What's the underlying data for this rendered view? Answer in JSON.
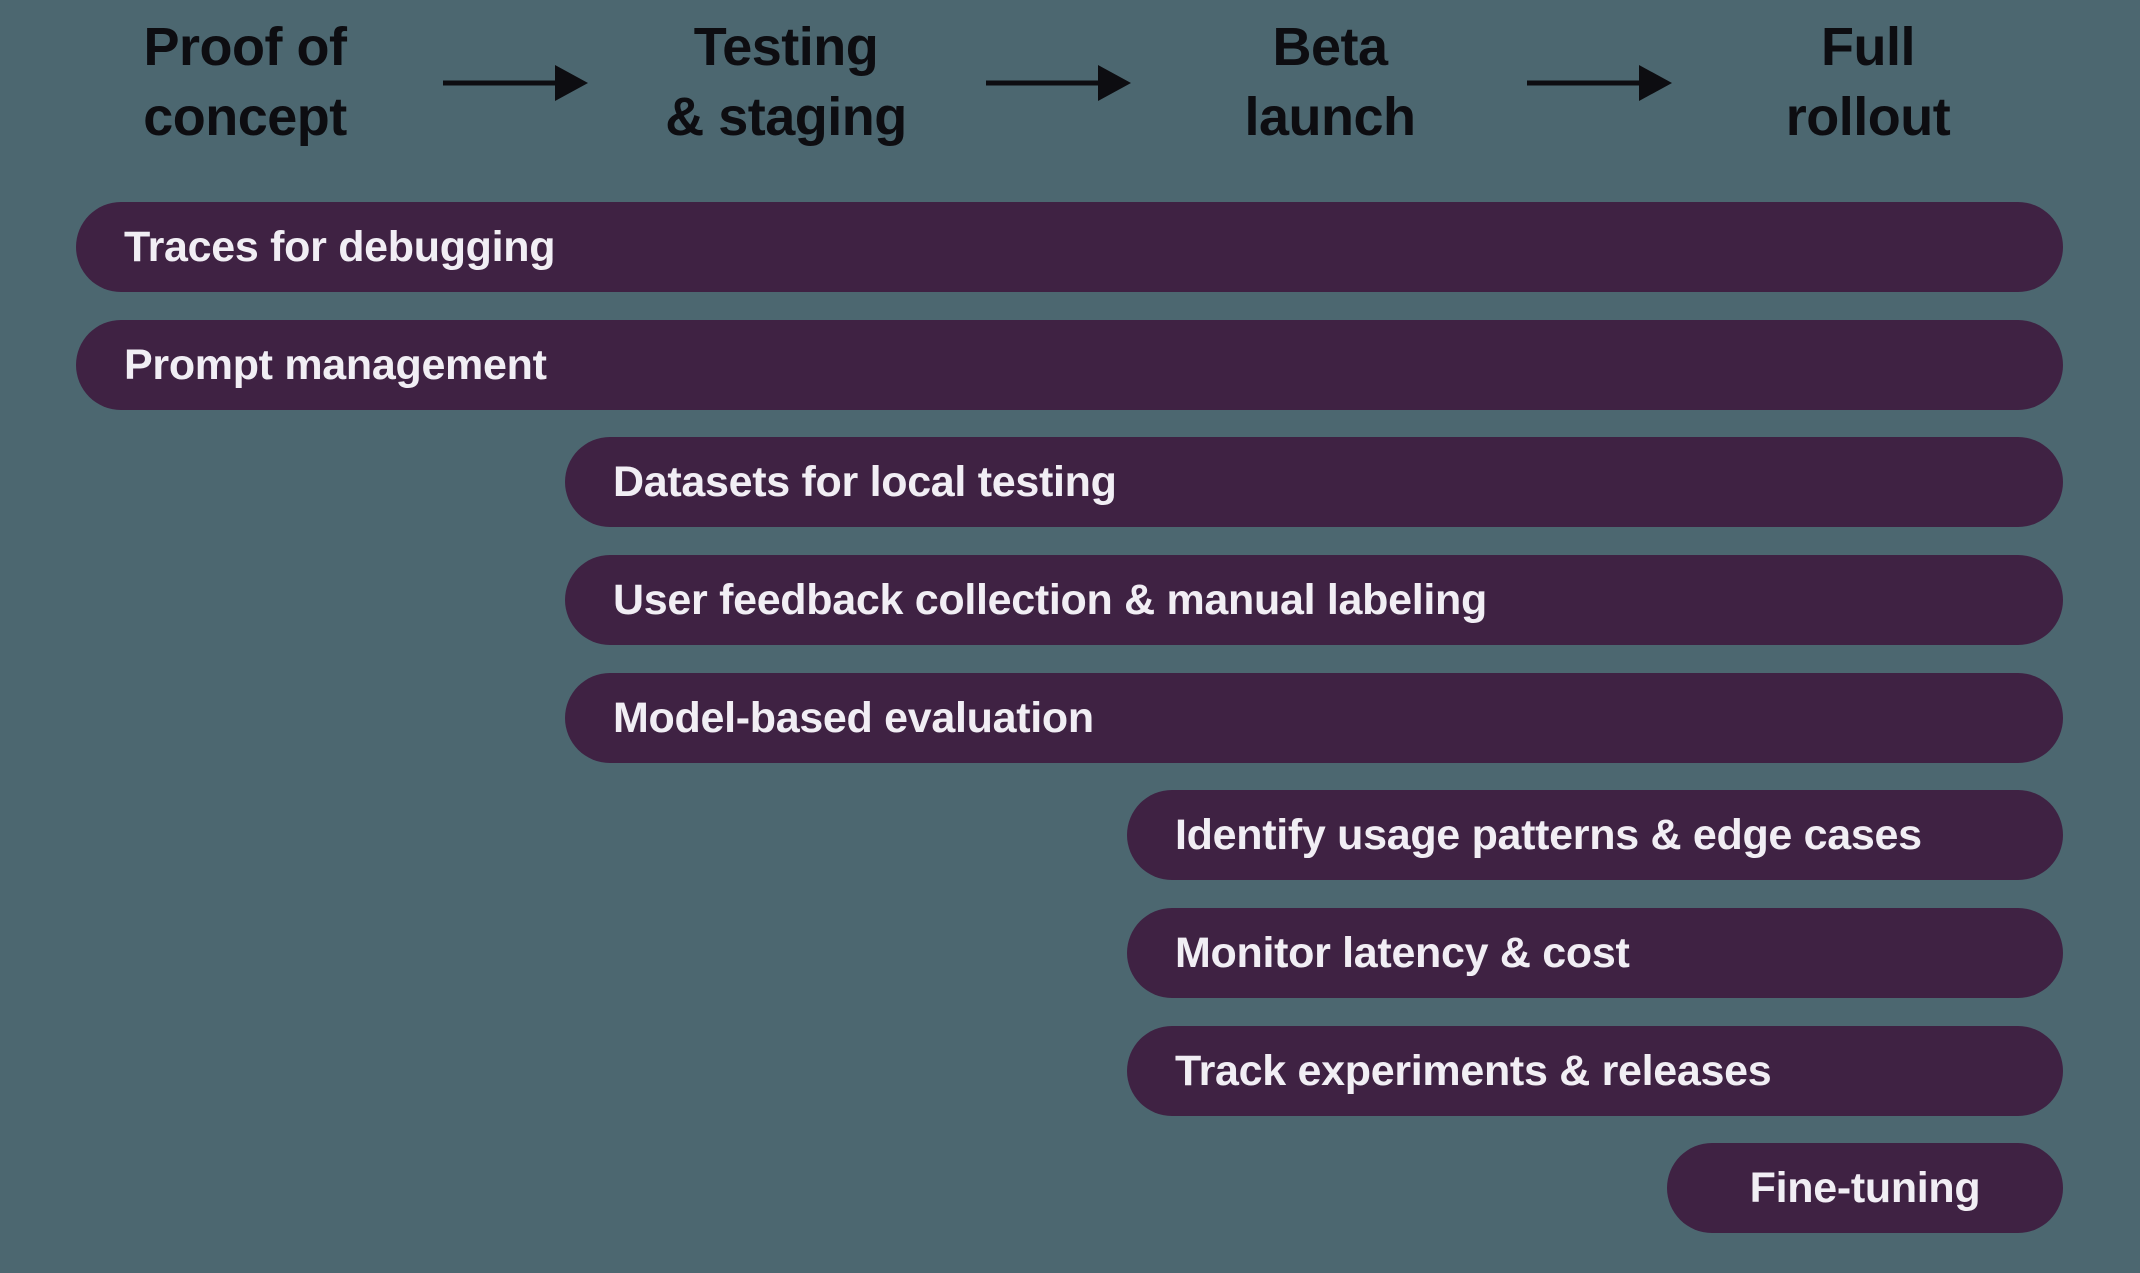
{
  "colors": {
    "background": "#4C6770",
    "bar_fill": "#3F2243",
    "bar_text": "#F1EEF4",
    "header_text": "#0D0D11",
    "arrow": "#0D0D11"
  },
  "header": {
    "stages": [
      {
        "label": "Proof of\nconcept"
      },
      {
        "label": "Testing\n& staging"
      },
      {
        "label": "Beta\nlaunch"
      },
      {
        "label": "Full\nrollout"
      }
    ]
  },
  "rows": [
    {
      "label": "Traces for debugging",
      "starts_at": "Proof of concept",
      "ends_at": "Full rollout"
    },
    {
      "label": "Prompt management",
      "starts_at": "Proof of concept",
      "ends_at": "Full rollout"
    },
    {
      "label": "Datasets for local testing",
      "starts_at": "Testing & staging",
      "ends_at": "Full rollout"
    },
    {
      "label": "User feedback collection & manual labeling",
      "starts_at": "Testing & staging",
      "ends_at": "Full rollout"
    },
    {
      "label": "Model-based evaluation",
      "starts_at": "Testing & staging",
      "ends_at": "Full rollout"
    },
    {
      "label": "Identify usage patterns & edge cases",
      "starts_at": "Beta launch",
      "ends_at": "Full rollout"
    },
    {
      "label": "Monitor latency & cost",
      "starts_at": "Beta launch",
      "ends_at": "Full rollout"
    },
    {
      "label": "Track experiments & releases",
      "starts_at": "Beta launch",
      "ends_at": "Full rollout"
    },
    {
      "label": "Fine-tuning",
      "starts_at": "Full rollout",
      "ends_at": "Full rollout"
    }
  ]
}
